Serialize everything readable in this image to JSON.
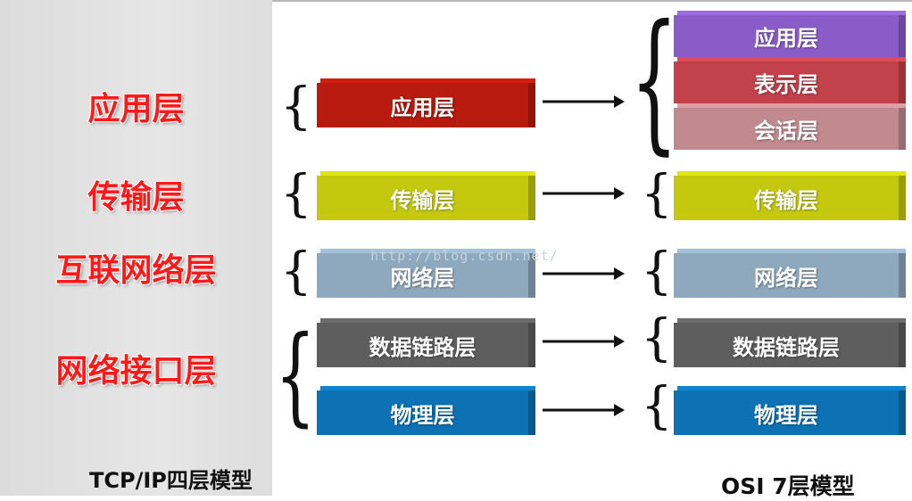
{
  "tcpip": {
    "title": "TCP/IP四层模型",
    "layers": [
      "应用层",
      "传输层",
      "互联网络层",
      "网络接口层"
    ],
    "label_color": "#ff1a1a"
  },
  "osi": {
    "title": "OSI 7层模型"
  },
  "middle_boxes": [
    {
      "label": "应用层",
      "color": "#b81a0d"
    },
    {
      "label": "传输层",
      "color": "#c4c80e"
    },
    {
      "label": "网络层",
      "color": "#8ea8be"
    },
    {
      "label": "数据链路层",
      "color": "#5e5e5e"
    },
    {
      "label": "物理层",
      "color": "#0c72b4"
    }
  ],
  "right_boxes": [
    {
      "label": "应用层",
      "color": "#8a5cc8"
    },
    {
      "label": "表示层",
      "color": "#c3414a"
    },
    {
      "label": "会话层",
      "color": "#c08a8e"
    },
    {
      "label": "传输层",
      "color": "#c4c80e"
    },
    {
      "label": "网络层",
      "color": "#8ea8be"
    },
    {
      "label": "数据链路层",
      "color": "#5e5e5e"
    },
    {
      "label": "物理层",
      "color": "#0c72b4"
    }
  ],
  "watermark": "http://blog.csdn.net/"
}
